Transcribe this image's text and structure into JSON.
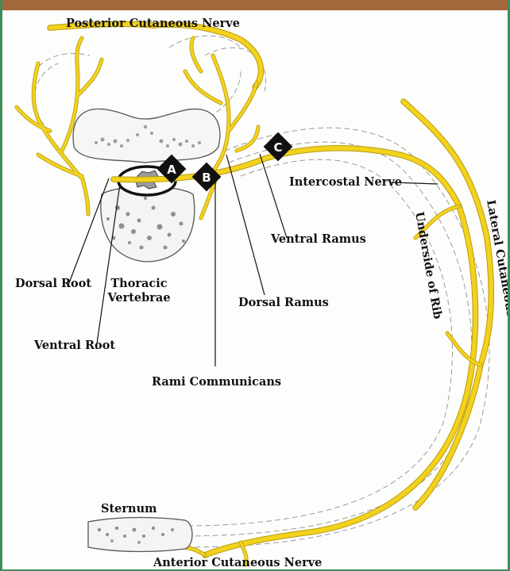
{
  "labels": {
    "posterior_cutaneous_nerve": "Posterior Cutaneous Nerve",
    "intercostal_nerve": "Intercostal Nerve",
    "lateral_cutaneous_nerve": "Lateral Cutaneous Nerve",
    "underside_of_rib": "Underside of Rib",
    "ventral_ramus": "Ventral Ramus",
    "dorsal_ramus": "Dorsal Ramus",
    "dorsal_root": "Dorsal Root",
    "thoracic_vertebrae_line1": "Thoracic",
    "thoracic_vertebrae_line2": "Vertebrae",
    "ventral_root": "Ventral Root",
    "rami_communicans": "Rami Communicans",
    "sternum": "Sternum",
    "anterior_cutaneous_nerve": "Anterior Cutaneous Nerve"
  },
  "markers": {
    "a": "A",
    "b": "B",
    "c": "C"
  },
  "colors": {
    "nerve": "#f2d21c",
    "nerve_edge": "#b89a10",
    "header_bar": "#a3683a",
    "border": "#3e8e5a",
    "marker": "#111111"
  }
}
